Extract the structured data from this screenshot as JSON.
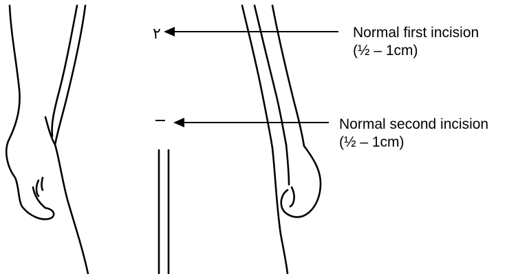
{
  "labels": {
    "first": {
      "title": "Normal first incision",
      "size": "(½ – 1cm)"
    },
    "second": {
      "title": "Normal second incision",
      "size": "(½ – 1cm)"
    }
  },
  "marks": {
    "first_glyph": "۲"
  }
}
